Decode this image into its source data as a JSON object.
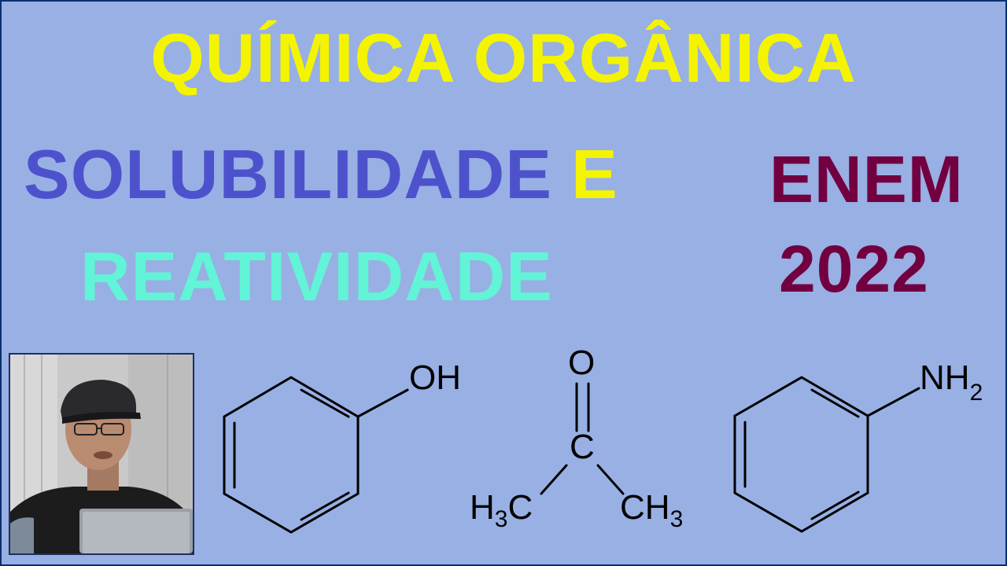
{
  "title": {
    "text": "QUÍMICA ORGÂNICA",
    "color": "#f4f400"
  },
  "subtitle": {
    "word1": "SOLUBILIDADE",
    "word1_color": "#4d52cc",
    "conj": "E",
    "conj_color": "#f4f400",
    "word2": "REATIVIDADE",
    "word2_color": "#62f4d6"
  },
  "badge": {
    "exam": "ENEM",
    "year": "2022",
    "color": "#720040"
  },
  "molecules": {
    "phenol_group": "OH",
    "acetone_oxygen": "O",
    "acetone_carbon": "C",
    "methyl_left": "H",
    "methyl_left_sub": "3",
    "methyl_left_c": "C",
    "methyl_right": "CH",
    "methyl_right_sub": "3",
    "amine_group": "NH",
    "amine_sub": "2"
  },
  "colors": {
    "background": "#98b0e4",
    "frame": "#0b2f6e",
    "bond": "#000000"
  }
}
